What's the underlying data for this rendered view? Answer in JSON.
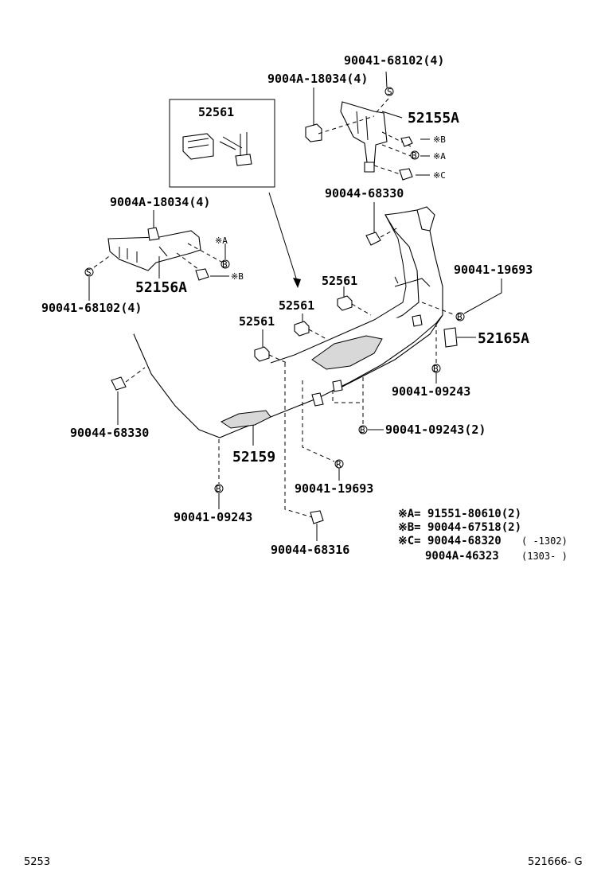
{
  "parts": {
    "p_90041_68102_top": "90041-68102(4)",
    "p_9004A_18034_top": "9004A-18034(4)",
    "p_52561_box": "52561",
    "p_52155A": "52155A",
    "p_90044_68330_top": "90044-68330",
    "p_9004A_18034_left": "9004A-18034(4)",
    "p_52156A": "52156A",
    "p_90041_68102_left": "90041-68102(4)",
    "p_52561_a": "52561",
    "p_52561_b": "52561",
    "p_52561_c": "52561",
    "p_90041_19693_right": "90041-19693",
    "p_52165A": "52165A",
    "p_90041_09243_right": "90041-09243",
    "p_90044_68330_left": "90044-68330",
    "p_90041_09243_2": "90041-09243(2)",
    "p_52159": "52159",
    "p_90041_19693_bottom": "90041-19693",
    "p_90041_09243_bottom": "90041-09243",
    "p_90044_68316": "90044-68316"
  },
  "markers": {
    "s": "S",
    "b": "B",
    "r": "R",
    "star_a": "※A",
    "star_b": "※B",
    "star_c": "※C"
  },
  "legend": {
    "a": "※A= 91551-80610(2)",
    "b": "※B= 90044-67518(2)",
    "c_part": "※C= 90044-68320",
    "c_range": "(      -1302)",
    "d_part": "9004A-46323",
    "d_range": "(1303-        )"
  },
  "footer": {
    "left": "5253",
    "right": "521666- G"
  }
}
